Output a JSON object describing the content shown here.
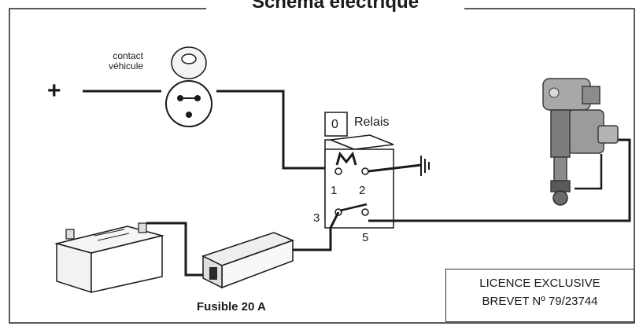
{
  "title": "Schéma électrique",
  "ignition": {
    "label_line1": "contact",
    "label_line2": "véhicule"
  },
  "supply": {
    "plus": "+"
  },
  "relay": {
    "label": "Relais",
    "tab_number": "0",
    "pins": {
      "p1": "1",
      "p2": "2",
      "p3": "3",
      "p5": "5"
    }
  },
  "fuse": {
    "label": "Fusible 20 A"
  },
  "licence": {
    "line1": "LICENCE EXCLUSIVE",
    "line2": "BREVET Nº 79/23744"
  },
  "colors": {
    "line": "#1a1a1a",
    "metal": "#9a9a9a",
    "metal_dark": "#5a5a5a",
    "paper": "#ffffff"
  }
}
